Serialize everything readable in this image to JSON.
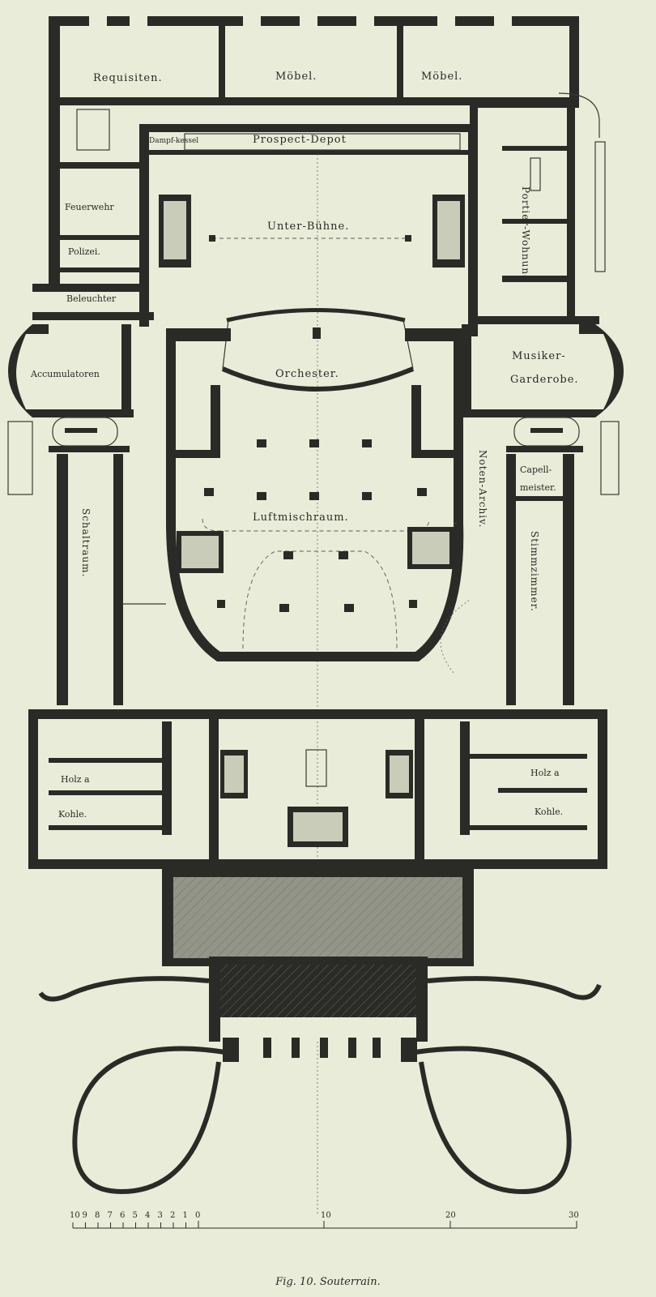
{
  "caption": "Fig. 10. Souterrain.",
  "rooms": {
    "requisiten": "Requisiten.",
    "moebel_1": "Möbel.",
    "moebel_2": "Möbel.",
    "prospect_depot": "Prospect-Depot",
    "dampfkessel": "Dampf-kessel",
    "feuerwehr": "Feuerwehr",
    "polizei": "Polizei.",
    "beleuchter": "Beleuchter",
    "unter_buehne": "Unter-Bühne.",
    "portier_wohnung": "Portier-Wohnung",
    "accumulatoren": "Accumulatoren",
    "orchester": "Orchester.",
    "musiker": "Musiker-",
    "garderobe": "Garderobe.",
    "capellmeister_1": "Capell-",
    "capellmeister_2": "meister.",
    "schaltraum": "Schaltraum.",
    "luftmischraum": "Luftmischraum.",
    "noten_archiv": "Noten-Archiv.",
    "stimmzimmer": "Stimmzimmer.",
    "holz_left": "Holz a",
    "kohle_left": "Kohle.",
    "holz_right": "Holz a",
    "kohle_right": "Kohle."
  },
  "scale": {
    "ticks_left": [
      "10",
      "9",
      "8",
      "7",
      "6",
      "5",
      "4",
      "3",
      "2",
      "1",
      "0"
    ],
    "tick_10": "10",
    "tick_20": "20",
    "tick_30": "30"
  }
}
